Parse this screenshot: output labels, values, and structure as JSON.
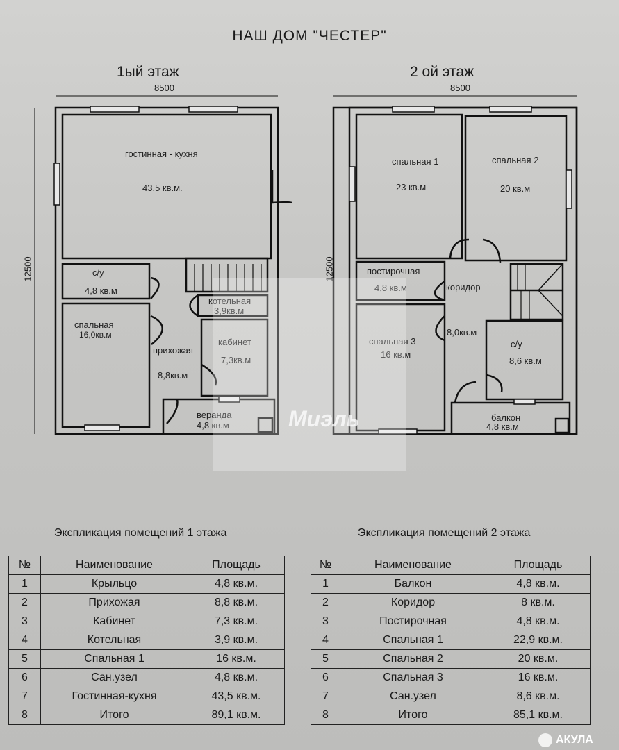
{
  "title": "НАШ ДОМ \"ЧЕСТЕР\"",
  "floor1": {
    "label": "1ый  этаж",
    "width_dim": "8500",
    "height_dim": "12500",
    "rooms": [
      {
        "name": "гостинная - кухня",
        "area": "43,5 кв.м."
      },
      {
        "name": "с/у",
        "area": "4,8 кв.м"
      },
      {
        "name": "спальная",
        "area": "16,0кв.м"
      },
      {
        "name": "прихожая",
        "area": "8,8кв.м"
      },
      {
        "name": "котельная",
        "area": "3,9кв.м"
      },
      {
        "name": "кабинет",
        "area": "7,3кв.м"
      },
      {
        "name": "веранда",
        "area": "4,8 кв.м"
      }
    ]
  },
  "floor2": {
    "label": "2 ой  этаж",
    "width_dim": "8500",
    "height_dim": "12500",
    "rooms": [
      {
        "name": "спальная 1",
        "area": "23 кв.м"
      },
      {
        "name": "спальная 2",
        "area": "20 кв.м"
      },
      {
        "name": "постирочная",
        "area": "4,8 кв.м"
      },
      {
        "name": "коридор",
        "area": "8,0кв.м"
      },
      {
        "name": "спальная 3",
        "area": "16 кв.м"
      },
      {
        "name": "с/у",
        "area": "8,6 кв.м"
      },
      {
        "name": "балкон",
        "area": "4,8 кв.м"
      }
    ]
  },
  "table1": {
    "caption": "Экспликация помещений 1 этажа",
    "headers": [
      "№",
      "Наименование",
      "Площадь"
    ],
    "rows": [
      [
        "1",
        "Крыльцо",
        "4,8 кв.м."
      ],
      [
        "2",
        "Прихожая",
        "8,8 кв.м."
      ],
      [
        "3",
        "Кабинет",
        "7,3 кв.м."
      ],
      [
        "4",
        "Котельная",
        "3,9 кв.м."
      ],
      [
        "5",
        "Спальная 1",
        "16 кв.м."
      ],
      [
        "6",
        "Сан.узел",
        "4,8 кв.м."
      ],
      [
        "7",
        "Гостинная-кухня",
        "43,5 кв.м."
      ],
      [
        "8",
        "Итого",
        "89,1 кв.м."
      ]
    ]
  },
  "table2": {
    "caption": "Экспликация помещений 2 этажа",
    "headers": [
      "№",
      "Наименование",
      "Площадь"
    ],
    "rows": [
      [
        "1",
        "Балкон",
        "4,8 кв.м."
      ],
      [
        "2",
        "Коридор",
        "8 кв.м."
      ],
      [
        "3",
        "Постирочная",
        "4,8 кв.м."
      ],
      [
        "4",
        "Спальная 1",
        "22,9 кв.м."
      ],
      [
        "5",
        "Спальная 2",
        "20 кв.м."
      ],
      [
        "6",
        "Спальная 3",
        "16 кв.м."
      ],
      [
        "7",
        "Сан.узел",
        "8,6 кв.м."
      ],
      [
        "8",
        "Итого",
        "85,1 кв.м."
      ]
    ]
  },
  "watermark": "Миэль",
  "badge": "АКУЛА"
}
